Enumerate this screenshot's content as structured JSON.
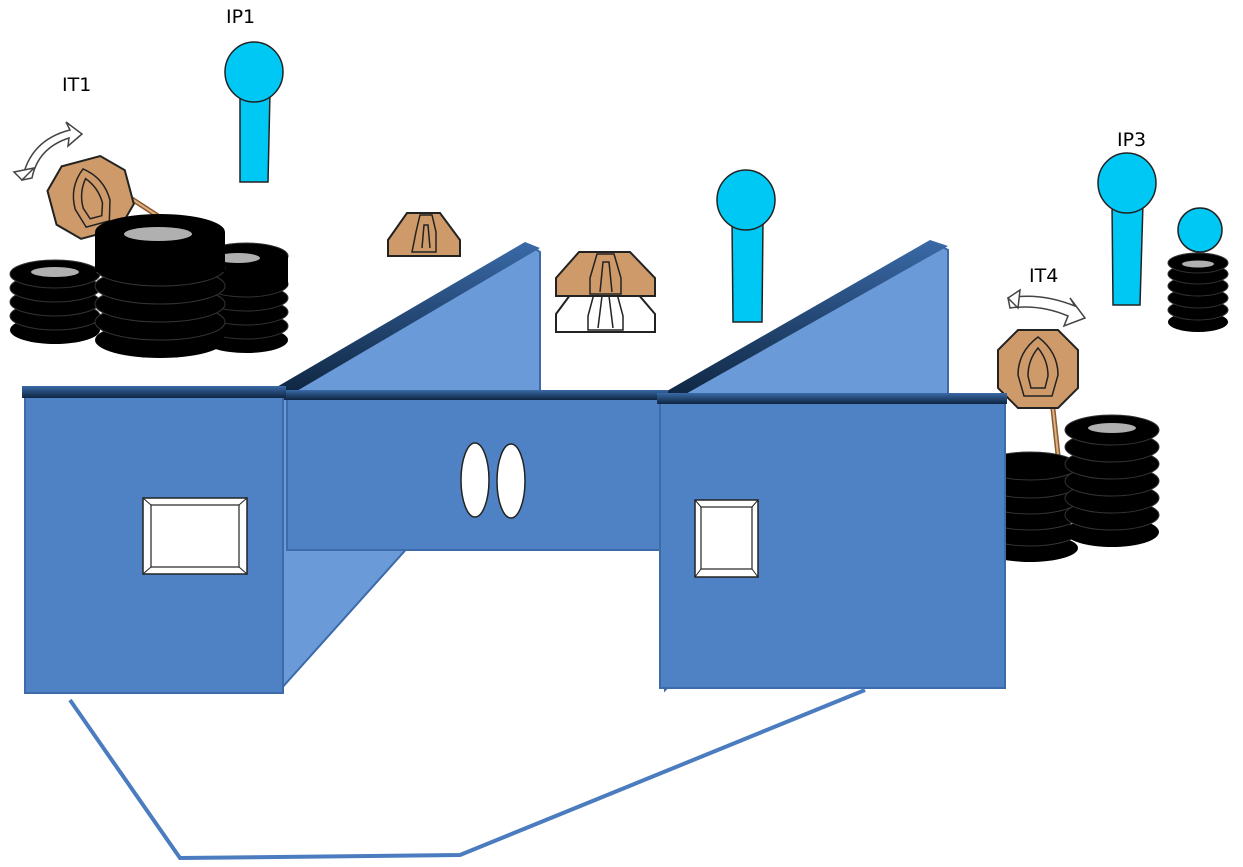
{
  "labels": {
    "it1": "IT1",
    "ip1": "IP1",
    "ip3": "IP3",
    "it4": "IT4"
  },
  "colors": {
    "wall": "#5b8fd0",
    "wall_dark": "#4a7cbf",
    "wall_light": "#6a9ad8",
    "wall_top": "#2e5586",
    "wall_edge": "#3d6aa8",
    "popper": "#00c8f5",
    "target_tan": "#cf9a6a",
    "tire": "#000000",
    "tire_hole": "#b0b0b0",
    "fault_line": "#4a7cbf"
  }
}
